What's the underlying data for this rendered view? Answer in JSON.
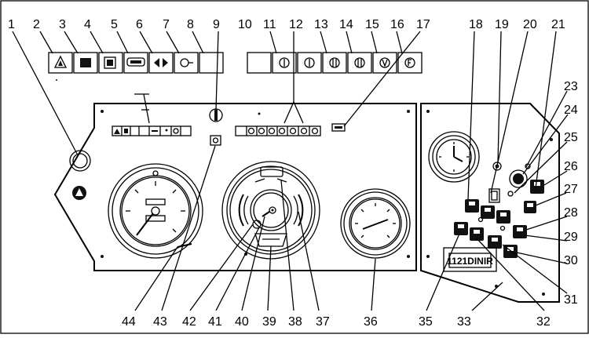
{
  "callouts": {
    "top": [
      "1",
      "2",
      "3",
      "4",
      "5",
      "6",
      "7",
      "8",
      "9",
      "10",
      "11",
      "12",
      "13",
      "14",
      "15",
      "16",
      "17",
      "18",
      "19",
      "20",
      "21"
    ],
    "right": [
      "23",
      "24",
      "25",
      "26",
      "27",
      "28",
      "29",
      "30",
      "31"
    ],
    "bottom": [
      "44",
      "43",
      "42",
      "41",
      "40",
      "39",
      "38",
      "37",
      "36",
      "35",
      "33",
      "32"
    ]
  },
  "display_strip": "1121DINIR"
}
